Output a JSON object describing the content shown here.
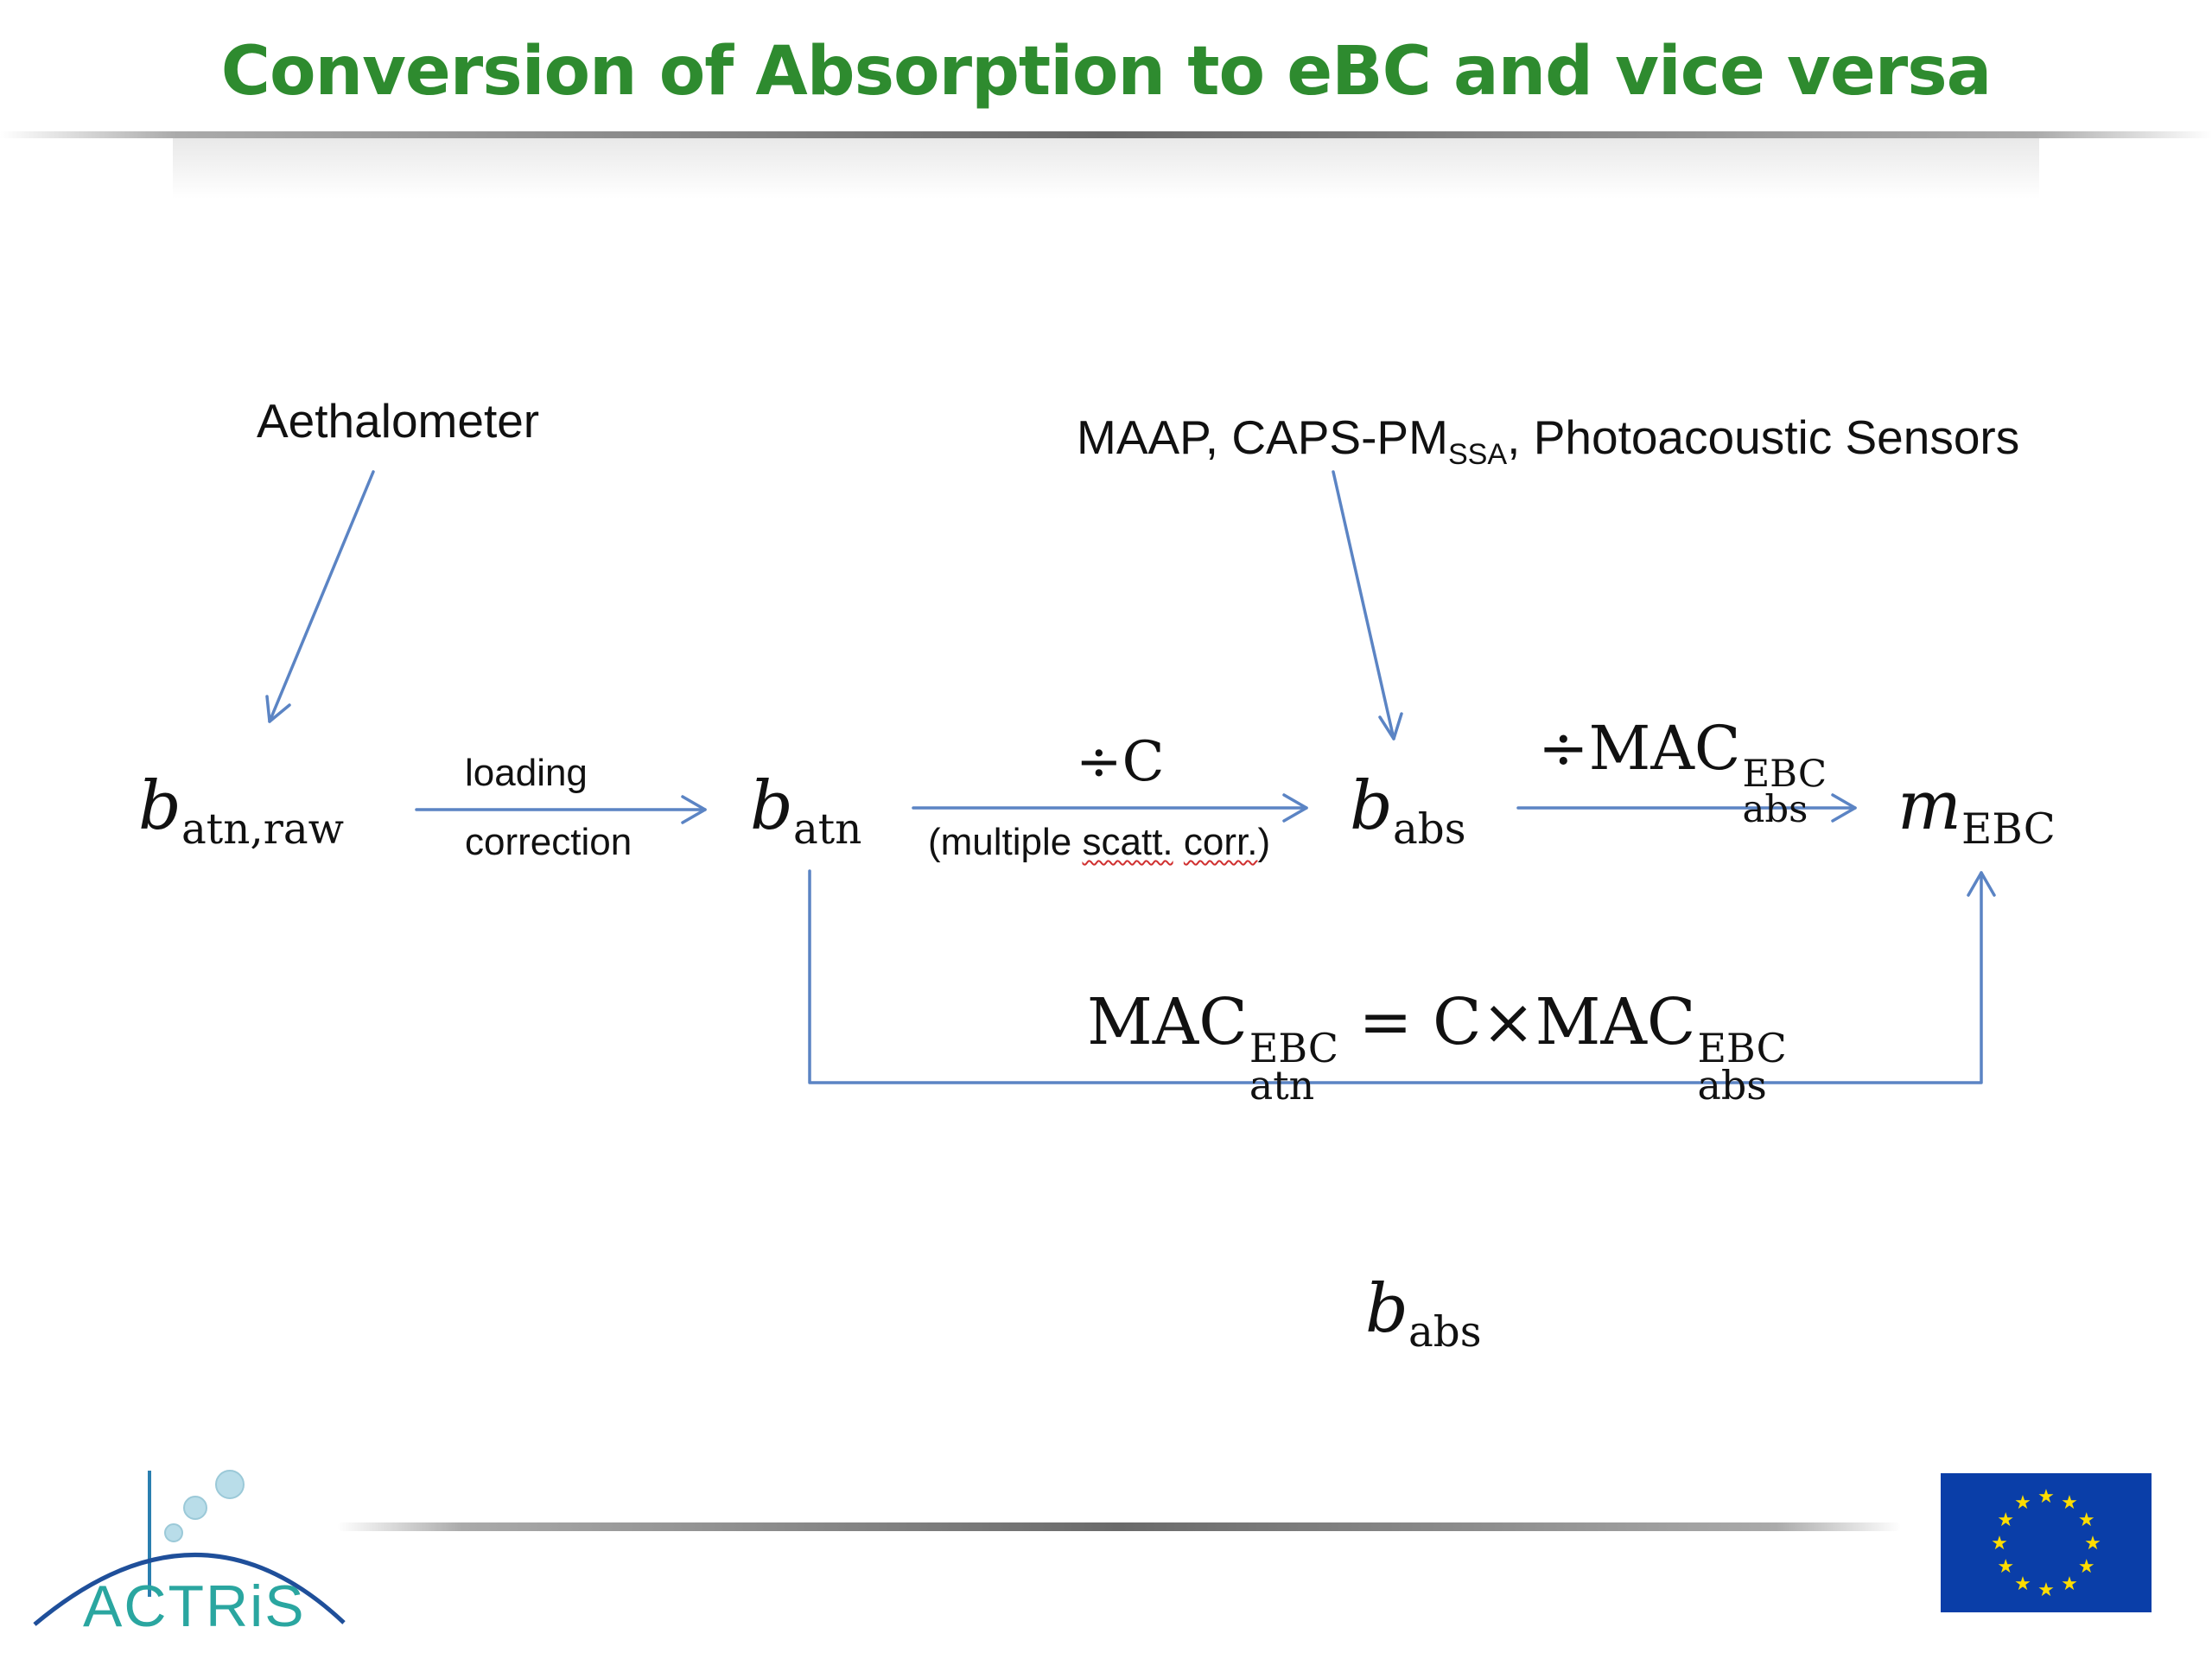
{
  "title": "Conversion of Absorption to eBC and vice versa",
  "labels": {
    "aethalometer": "Aethalometer",
    "maap_prefix": "MAAP, CAPS-PM",
    "maap_sub": "SSA",
    "maap_suffix": ", Photoacoustic Sensors",
    "loading": "loading",
    "correction": "correction",
    "multiple_scatt_open": "(multiple ",
    "scatt": "scatt.",
    "corr": "corr.",
    "multiple_scatt_close": ")"
  },
  "math": {
    "b": "b",
    "atn_raw": "atn,raw",
    "atn": "atn",
    "abs": "abs",
    "m": "m",
    "ebc": "EBC",
    "div_c": "÷C",
    "div_mac": "÷MAC",
    "mac": "MAC",
    "equals_c": " = C×MAC"
  },
  "logo": {
    "text": "ACTRiS"
  },
  "colors": {
    "title": "#2e8b2f",
    "arrow": "#5b84c4",
    "logo": "#2aa6a0",
    "eu_blue": "#0a3ea8",
    "eu_star": "#ffdd00"
  }
}
